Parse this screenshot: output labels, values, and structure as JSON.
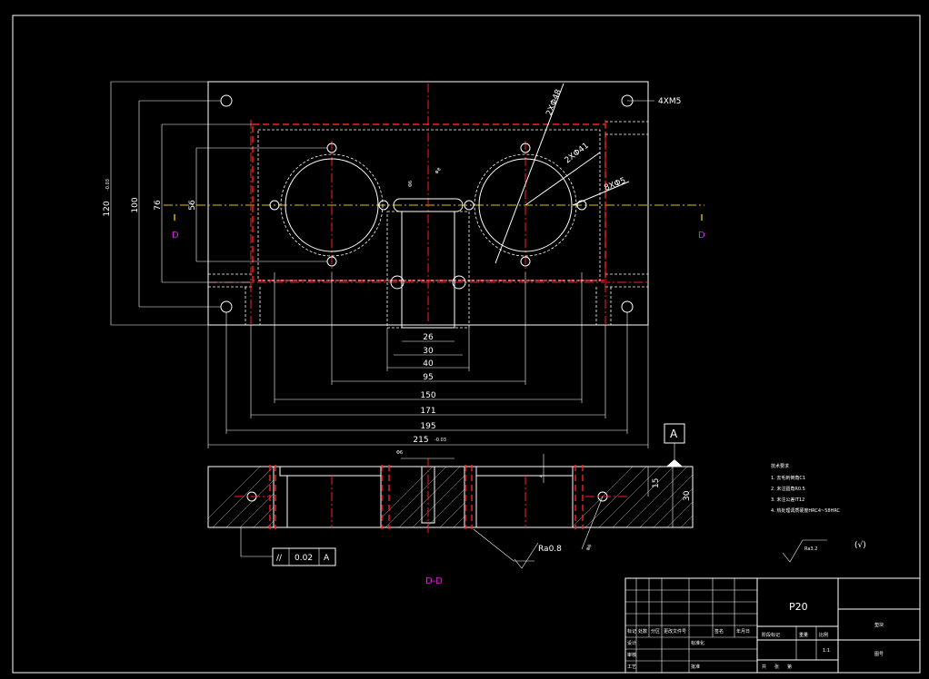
{
  "drawing": {
    "dims_horizontal": [
      "26",
      "30",
      "40",
      "95",
      "150",
      "171",
      "195",
      "215"
    ],
    "dim_215_tol": "-0.03",
    "dims_vertical": [
      "120",
      "100",
      "76",
      "56"
    ],
    "dim_120_tol": "-0.03",
    "hole_note": "4XM5",
    "callout_small_slot": "Φ6",
    "callout_phi8": "Φ8",
    "callout_2x_phi48": "2XΦ48",
    "callout_2x_phi41": "2XΦ41",
    "callout_8x_phi5": "8XΦ5",
    "section_mark_left": "D",
    "section_mark_right": "D",
    "section_label": "D-D",
    "section_dim_phi6": "Φ6",
    "section_dim_phi6_b": "Φ6",
    "section_dim_15": "15",
    "section_dim_30": "30",
    "section_dim_4": "4",
    "datum": "A",
    "tolerance": {
      "symbol": "//",
      "value": "0.02",
      "datum": "A"
    },
    "roughness_section": "Ra0.8",
    "roughness_general": "Ra3.2",
    "roughness_rest": "(√)"
  },
  "tech_notes": {
    "title": "技术要求",
    "items": [
      "1. 去毛刺倒角C1",
      "2. 未注圆角R0.5",
      "3. 未注公差IT12",
      "4. 热处理调质硬度HRC4~58HRC"
    ]
  },
  "title_block": {
    "part_name": "P20",
    "scale": "1:1",
    "drawing_title": "垫块",
    "drawing_number": "图号",
    "labels": [
      "标记",
      "处数",
      "分区",
      "更改文件号",
      "签名",
      "年月日",
      "设计",
      "标准化",
      "审核",
      "工艺",
      "批准",
      "阶段标记",
      "重量",
      "比例",
      "共",
      "张",
      "第"
    ]
  }
}
